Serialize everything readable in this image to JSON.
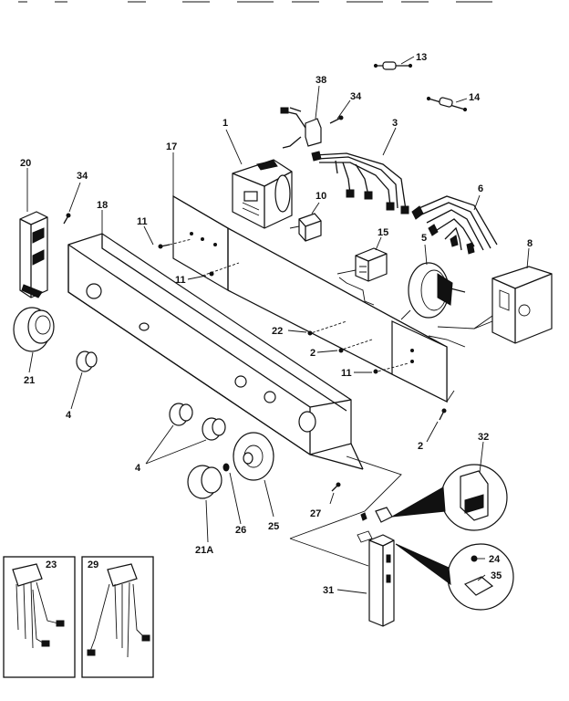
{
  "labels": {
    "l1": "1",
    "l2a": "2",
    "l2b": "2",
    "l3": "3",
    "l4a": "4",
    "l4b": "4",
    "l5": "5",
    "l6": "6",
    "l8": "8",
    "l10": "10",
    "l11a": "11",
    "l11b": "11",
    "l11c": "11",
    "l13": "13",
    "l14": "14",
    "l15": "15",
    "l17": "17",
    "l18": "18",
    "l20": "20",
    "l21": "21",
    "l21a": "21A",
    "l22": "22",
    "l23": "23",
    "l24": "24",
    "l25": "25",
    "l26": "26",
    "l27": "27",
    "l29": "29",
    "l31": "31",
    "l32": "32",
    "l34a": "34",
    "l34b": "34",
    "l35": "35",
    "l38": "38"
  }
}
